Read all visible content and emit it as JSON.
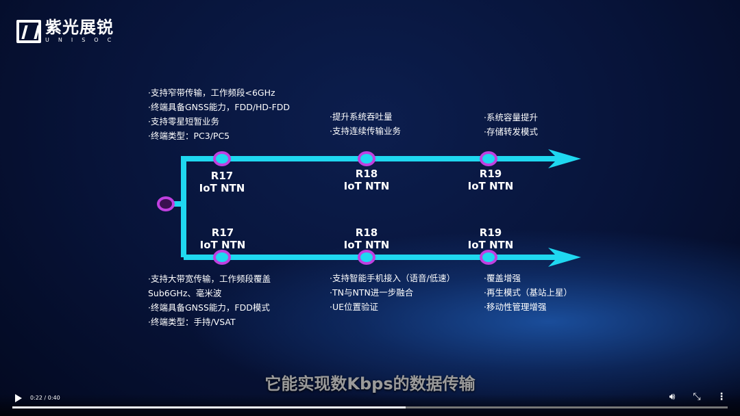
{
  "logo": {
    "cn": "紫光展锐",
    "en": "UNISOC"
  },
  "top_row": {
    "r17": {
      "release": "R17",
      "name": "IoT NTN",
      "bullets": [
        "·支持窄带传输，工作频段<6GHz",
        "·终端具备GNSS能力，FDD/HD-FDD",
        "·支持零星短暂业务",
        "·终端类型：PC3/PC5"
      ]
    },
    "r18": {
      "release": "R18",
      "name": "IoT NTN",
      "bullets": [
        "·提升系统吞吐量",
        "·支持连续传输业务"
      ]
    },
    "r19": {
      "release": "R19",
      "name": "IoT NTN",
      "bullets": [
        "·系统容量提升",
        "·存储转发模式"
      ]
    }
  },
  "bottom_row": {
    "r17": {
      "release": "R17",
      "name": "IoT NTN",
      "bullets": [
        "·支持大带宽传输，工作频段覆盖",
        "Sub6GHz、毫米波",
        "·终端具备GNSS能力，FDD模式",
        "·终端类型：手持/VSAT"
      ]
    },
    "r18": {
      "release": "R18",
      "name": "IoT NTN",
      "bullets": [
        "·支持智能手机接入（语音/低速）",
        "·TN与NTN进一步融合",
        "·UE位置验证"
      ]
    },
    "r19": {
      "release": "R19",
      "name": "IoT NTN",
      "bullets": [
        "·覆盖增强",
        "·再生模式（基站上星）",
        "·移动性管理增强"
      ]
    }
  },
  "colors": {
    "line": "#1fd8f0",
    "node": "#c040e0"
  },
  "subtitle": "它能实现数Kbps的数据传输",
  "player": {
    "time": "0:22 / 0:40",
    "progress": 0.55
  }
}
